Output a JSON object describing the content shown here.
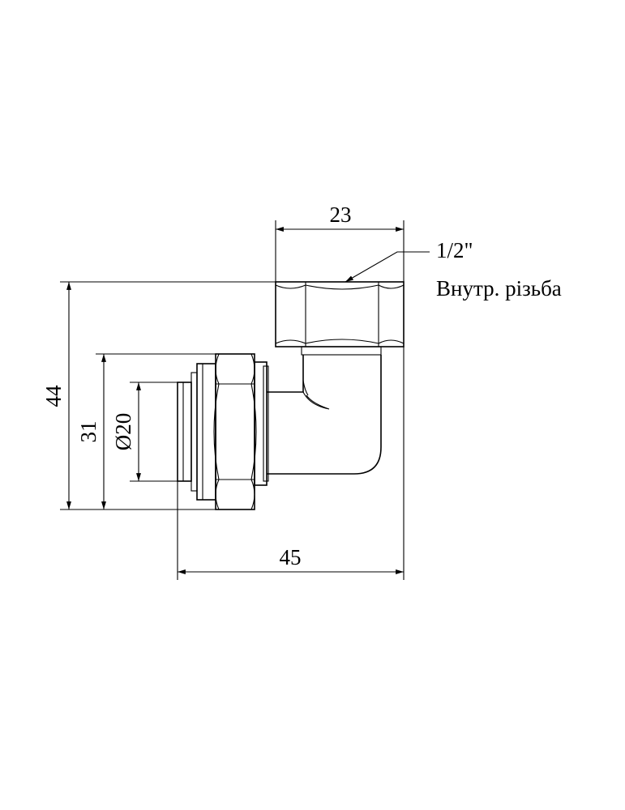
{
  "dimensions": {
    "top_width": "23",
    "total_width": "45",
    "total_height": "44",
    "nut_height": "31",
    "pipe_diameter": "Ø20"
  },
  "thread_note": {
    "size": "1/2\"",
    "description": "Внутр. різьба"
  }
}
